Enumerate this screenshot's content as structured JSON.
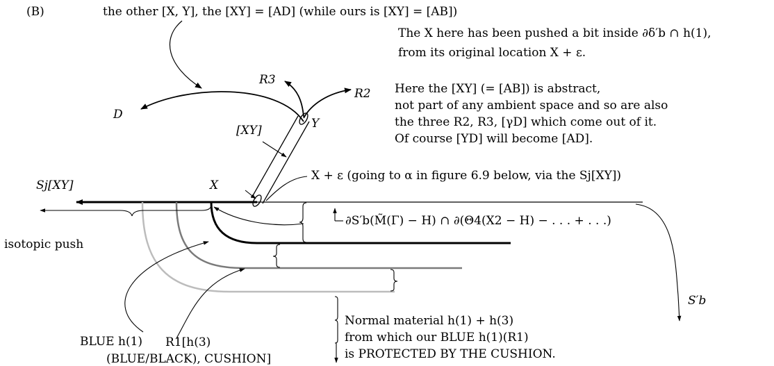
{
  "panel_label": "(B)",
  "header_line": "the other [X, Y], the [XY] = [AD] (while ours is [XY] = [AB])",
  "note_pushed": {
    "line1": "The X here has been pushed a bit inside ∂δ′b ∩ h(1),",
    "line2": "from its original location X + ε."
  },
  "note_abstract": {
    "line1": "Here the [XY] (= [AB]) is abstract,",
    "line2": "not part of any ambient space and so are also",
    "line3": "the three R2, R3, [γD] which come out of it.",
    "line4": "Of course [YD] will become [AD]."
  },
  "labels": {
    "R3": "R3",
    "R2": "R2",
    "D": "D",
    "Y": "Y",
    "XY": "[XY]",
    "X": "X",
    "Sj": "Sj[XY]",
    "x_eps": "X + ε (going to α in figure 6.9 below, via the Sj[XY])",
    "boundary_formula": "∂S′b(M̃(Γ) − H) ∩ ∂(Θ4(X2 − H) − . . . + . . .)",
    "isotopic_push": "isotopic push",
    "blue_h1": "BLUE h(1)",
    "r1_line1": "R1[h(3)",
    "r1_line2": "(BLUE/BLACK), CUSHION]",
    "sb": "S′b",
    "normal_line1": "Normal material h(1) + h(3)",
    "normal_line2": "from which our BLUE h(1)(R1)",
    "normal_line3": "is PROTECTED BY THE CUSHION."
  },
  "colors": {
    "ink": "#000000",
    "mid_gray": "#7a7a7a",
    "light_gray": "#bcbcbc"
  }
}
